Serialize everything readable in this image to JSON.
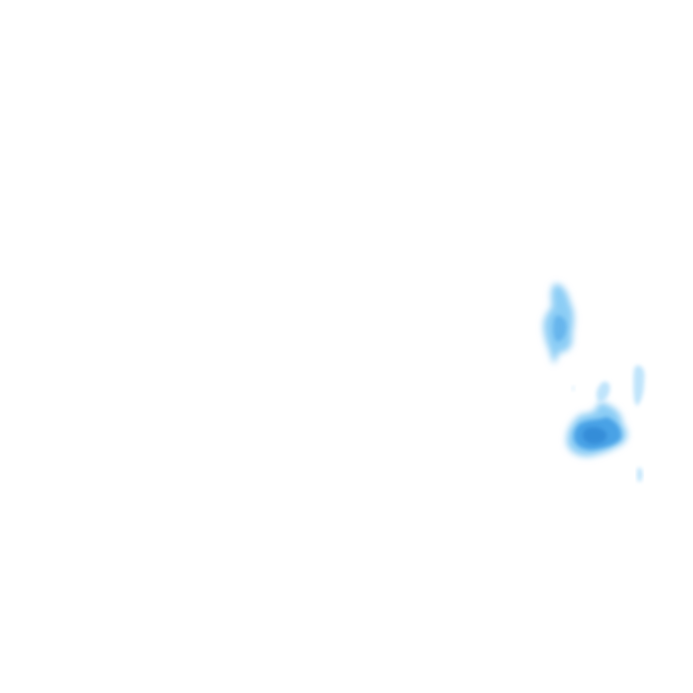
{
  "map": {
    "kind": "precipitation-radar-overlay",
    "background_color": "#ffffff",
    "intensity_colors": {
      "light": "#bfe4fb",
      "moderate": "#8ccdf5",
      "heavy": "#4aa2e6",
      "core": "#2f86d4"
    },
    "cells": [
      {
        "id": "cell-north",
        "intensity": "moderate"
      },
      {
        "id": "cell-south",
        "intensity": "heavy"
      },
      {
        "id": "cell-east-strip",
        "intensity": "light"
      },
      {
        "id": "cell-south-speck",
        "intensity": "light"
      }
    ]
  }
}
